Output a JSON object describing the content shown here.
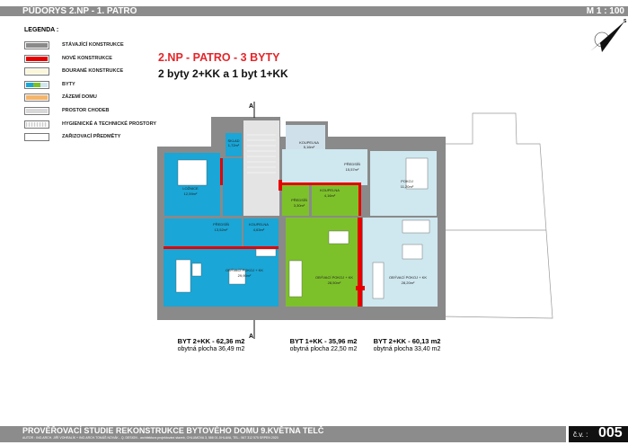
{
  "header": {
    "title": "PŮDORYS 2.NP - 1. PATRO",
    "scale": "M 1 : 100"
  },
  "legend": {
    "title": "LEGENDA :",
    "items": [
      {
        "label": "STÁVAJÍCÍ KONSTRUKCE",
        "color": "#8a8a8a"
      },
      {
        "label": "NOVÉ KONSTRUKCE",
        "color": "#e60000"
      },
      {
        "label": "BOURANÉ KONSTRUKCE",
        "color": "#fbf6d8"
      },
      {
        "label": "BYTY",
        "colors": [
          "#1aa6d6",
          "#7dc12a",
          "#cfe7ef"
        ]
      },
      {
        "label": "ZÁZEMÍ DOMU",
        "color": "#f5b56a"
      },
      {
        "label": "PROSTOR CHODEB",
        "color": "#d8d8d8"
      },
      {
        "label": "HYGIENICKÉ A TECHNICKÉ PROSTORY",
        "color": "#eeeeee"
      },
      {
        "label": "ZAŘIZOVACÍ PŘEDMĚTY",
        "color": "#ffffff"
      }
    ]
  },
  "headline": {
    "line1": "2.NP - PATRO - 3 BYTY",
    "line2": "2 byty 2+KK a 1 byt 1+KK"
  },
  "compass": {
    "label": "S"
  },
  "section_marker": "A",
  "rooms": [
    {
      "name": "SKLAD",
      "area": "1,72m²"
    },
    {
      "name": "LOŽNICE",
      "area": "12,59m²"
    },
    {
      "name": "KOUPELNA",
      "area": "5,16m²"
    },
    {
      "name": "PŘEDSÍŇ",
      "area": "15,57m²"
    },
    {
      "name": "POKOJ",
      "area": "11,20m²"
    },
    {
      "name": "PŘEDSÍŇ",
      "area": "3,30m²"
    },
    {
      "name": "KOUPELNA",
      "area": "4,16m²"
    },
    {
      "name": "PŘEDSÍŇ",
      "area": "13,52m²"
    },
    {
      "name": "KOUPELNA",
      "area": "4,63m²"
    },
    {
      "name": "OBÝVACÍ POKOJ + KK",
      "area": "29,90m²"
    },
    {
      "name": "OBÝVACÍ POKOJ + KK",
      "area": "28,50m²"
    },
    {
      "name": "OBÝVACÍ POKOJ + KK",
      "area": "28,20m²"
    }
  ],
  "apartments": [
    {
      "title": "BYT 2+KK - 62,36 m2",
      "living": "obytná plocha 36,49 m2"
    },
    {
      "title": "BYT 1+KK - 35,96 m2",
      "living": "obytná plocha 22,50 m2"
    },
    {
      "title": "BYT 2+KK - 60,13 m2",
      "living": "obytná plocha 33,40 m2"
    }
  ],
  "footer": {
    "title": "PROVĚŘOVACÍ STUDIE REKONSTRUKCE BYTOVÉHO DOMU 9.KVĚTNA TELČ",
    "credits": "AUTOR : ING.ARCH. JIŘÍ VOHRALÍK + ING.ARCH.TOMÁŠ NOVÁK - Q. DESIGN - architektura projektování staveb, CHLUMOVA 3, 586 01 JIHLAVA, TEL.: 567 312 575    SRPEN 2020",
    "sheet_prefix": "č.v. :",
    "sheet_number": "005"
  }
}
